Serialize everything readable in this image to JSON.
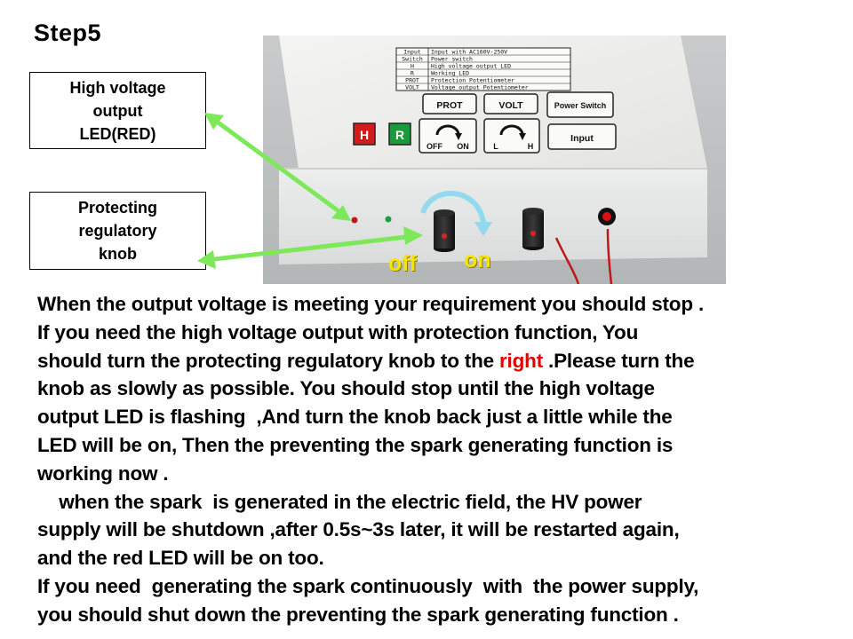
{
  "page": {
    "title": "Step5"
  },
  "callouts": {
    "hv_led": "High voltage\noutput\nLED(RED)",
    "knob": "Protecting\nregulatory\nknob"
  },
  "photo": {
    "label_table": [
      [
        "Input",
        "Input with AC160V-250V"
      ],
      [
        "Switch",
        "Power switch"
      ],
      [
        "H",
        "High voltage output LED"
      ],
      [
        "R",
        "Working LED"
      ],
      [
        "PROT",
        "Protection Potentiometer"
      ],
      [
        "VOLT",
        "Voltage output Potentiometer"
      ]
    ],
    "buttons": {
      "prot": "PROT",
      "volt": "VOLT",
      "power_switch": "Power Switch",
      "input": "Input",
      "h": "H",
      "r": "R",
      "off_small": "OFF",
      "on_small": "ON",
      "l": "L",
      "h_small": "H"
    },
    "overlay_off": "off",
    "overlay_on": "on",
    "colors": {
      "h_led": "#d41b1b",
      "r_led": "#1a9a3a",
      "arrow": "#7de85a",
      "overlay": "#f5e400"
    }
  },
  "body": {
    "line1": "When the output voltage is meeting your requirement you should stop .",
    "line2": "If you need the high voltage output with protection function, You",
    "line3_a": "should turn the protecting regulatory knob to the ",
    "line3_red": "right",
    "line3_b": " .Please turn the",
    "line4": "knob as slowly as possible. You should stop until the high voltage",
    "line5": "output LED is flashing  ,And turn the knob back just a little while the",
    "line6": "LED will be on, Then the preventing the spark generating function is",
    "line7": "working now .",
    "line8": "    when the spark  is generated in the electric field, the HV power",
    "line9": "supply will be shutdown ,after 0.5s~3s later, it will be restarted again,",
    "line10": "and the red LED will be on too.",
    "line11": "If you need  generating the spark continuously  with  the power supply,",
    "line12": "you should shut down the preventing the spark generating function ."
  }
}
